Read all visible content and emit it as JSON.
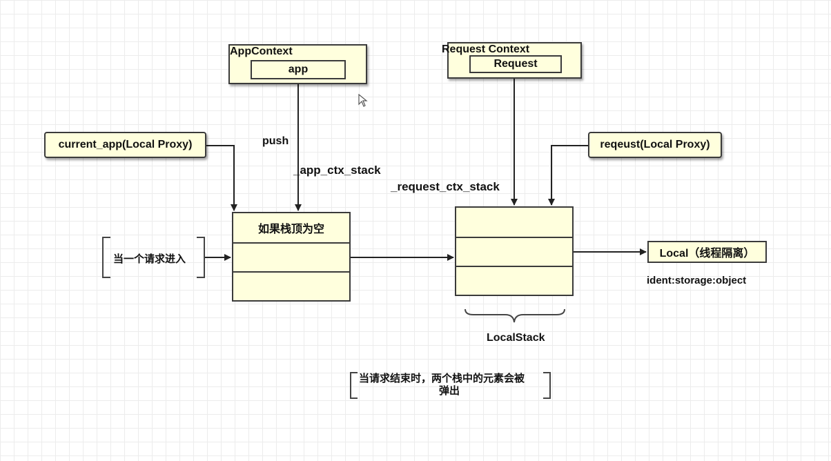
{
  "app_context": {
    "title": "AppContext",
    "inner": "app"
  },
  "request_context": {
    "title": "Request Context",
    "inner": "Request"
  },
  "current_app_proxy": "current_app(Local Proxy)",
  "request_proxy": "reqeust(Local Proxy)",
  "labels": {
    "push": "push",
    "app_ctx_stack": "_app_ctx_stack",
    "request_ctx_stack": "_request_ctx_stack",
    "local_stack": "LocalStack",
    "ident_storage": "ident:storage:object"
  },
  "app_stack": {
    "top_row": "如果栈顶为空"
  },
  "request_enter": "当一个请求进入",
  "local_box": "Local（线程隔离）",
  "end_note": {
    "line1": "当请求结束时，两个栈中的元素会被",
    "line2": "弹出"
  },
  "colors": {
    "box_fill": "#ffffdd",
    "stroke": "#3a3a3a",
    "grid": "#ececec"
  }
}
